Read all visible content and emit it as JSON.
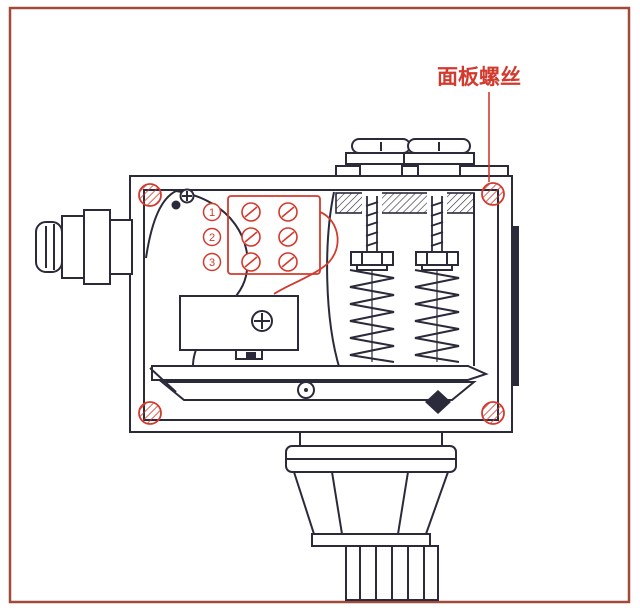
{
  "annotation": {
    "panel_screw_label": "面板螺丝"
  },
  "terminals": {
    "numbers": [
      "1",
      "2",
      "3"
    ]
  },
  "colors": {
    "line": "#2a2a3a",
    "red": "#d23a2e",
    "frame": "#a14a3a",
    "background": "#ffffff"
  }
}
